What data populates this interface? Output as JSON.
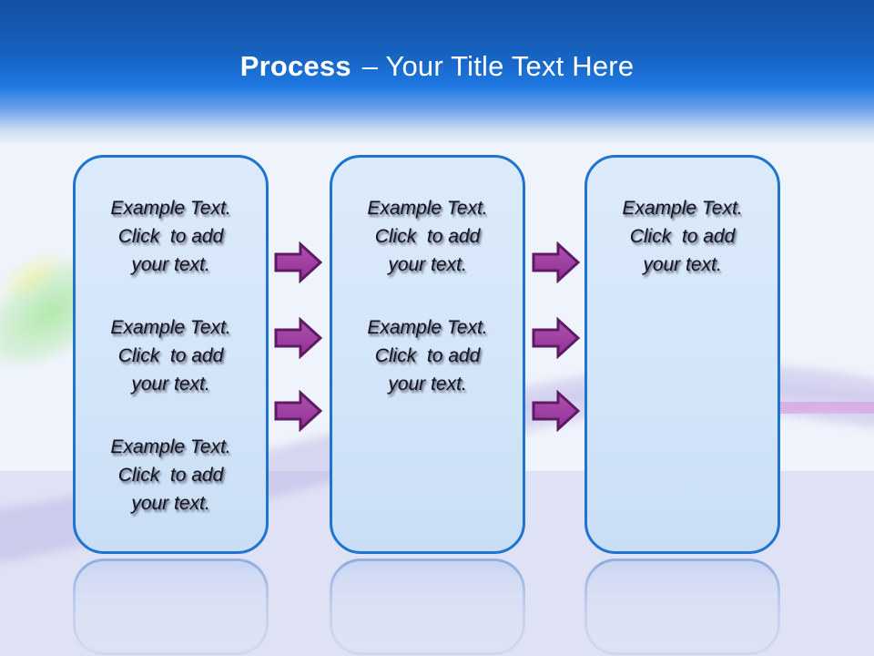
{
  "slide": {
    "header": {
      "title_bold": "Process",
      "title_rest": "– Your Title Text Here"
    },
    "boxes": [
      {
        "paragraphs": [
          "Example Text.\nClick  to add\nyour text.",
          "Example Text.\nClick  to add\nyour text.",
          "Example Text.\nClick  to add\nyour text."
        ]
      },
      {
        "paragraphs": [
          "Example Text.\nClick  to add\nyour text.",
          "Example Text.\nClick  to add\nyour text."
        ]
      },
      {
        "paragraphs": [
          "Example Text.\nClick  to add\nyour text."
        ]
      }
    ],
    "arrows": {
      "between_box1_box2": 3,
      "between_box2_box3": 3,
      "direction": "right"
    },
    "colors": {
      "header_top": "#1351a3",
      "header_bright": "#1e77e0",
      "title_text": "#ffffff",
      "box_fill": "#d3e5f9",
      "box_border": "#1f74d2",
      "box_text": "#141420",
      "arrow_fill": "#a23fa5",
      "arrow_fill_light": "#b052b2",
      "arrow_fill_dark": "#8f3193",
      "arrow_border": "#5e1b63",
      "background_upper": "#eff3fb",
      "background_lower": "#dfe2f5",
      "flare_green": "#8ee180",
      "wave_lavender": "#b3a8e0",
      "wave_pink": "#d98fdc"
    }
  }
}
